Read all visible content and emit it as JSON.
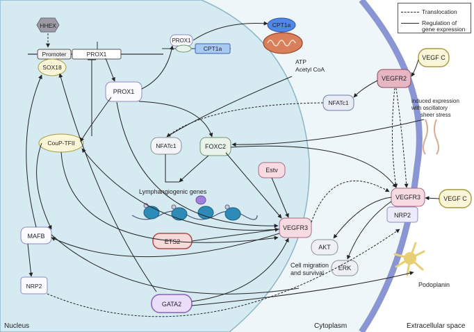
{
  "regions": {
    "nucleus": "Nucleus",
    "cytoplasm": "Cytoplasm",
    "extracellular": "Extracellular space"
  },
  "legend": {
    "translocation": "Translocation",
    "regulation": "Regulation of gene expression"
  },
  "nodes": {
    "hhex": "HHEX",
    "promoter": "Promoter",
    "prox1_gene": "PROX1",
    "sox18": "SOX18",
    "prox1_nuc": "PROX1",
    "prox1_small": "PROX1",
    "cpt1a_box": "CPT1a",
    "cpt1a_top": "CPT1a",
    "atp": "ATP",
    "acetyl": "Acetyl CoA",
    "coup": "CouP-TFII",
    "nfatc1_nuc": "NFATc1",
    "foxc2": "FOXC2",
    "lymph_genes": "Lymphangiogenic genes",
    "mafb": "MAFB",
    "ets2": "ETS2",
    "nrp2_nuc": "NRP2",
    "gata2": "GATA2",
    "vegfr3_cyt": "VEGFR3",
    "estv": "Estv",
    "vegfr2": "VEGFR2",
    "nfatc1_cyt": "NFATc1",
    "vegfc_top": "VEGF C",
    "shear_text": "induced expression with oscillatory sheer stress",
    "vegfr3_mem": "VEGFR3",
    "nrp2_mem": "NRP2",
    "vegfc_mid": "VEGF C",
    "akt": "AKT",
    "erk": "ERK",
    "migration": "Cell migration and survival",
    "podoplanin": "Podoplanin"
  },
  "colors": {
    "nucleus_fill": "#d9ecf3",
    "cytoplasm_fill": "#e8f3f8",
    "membrane": "#8a96d4",
    "vegfr_fill": "#f6dbe3",
    "vegfr_stroke": "#b3667f",
    "yellow_fill": "#fbf6d8",
    "yellow_stroke": "#a69a42",
    "lavender_fill": "#ecebfb",
    "lavender_stroke": "#8d8bc7",
    "cpt_fill": "#a9c9f5",
    "cpt_stroke": "#3c62b3",
    "green_fill": "#e9f3ea",
    "green_stroke": "#6e9873",
    "ets2_fill": "#f6d9d9",
    "ets2_stroke": "#b54848",
    "gata2_fill": "#ebdefa",
    "gata2_stroke": "#8a5fc2",
    "dna": "#2e8bb7",
    "podoplanin": "#e8cf74"
  }
}
